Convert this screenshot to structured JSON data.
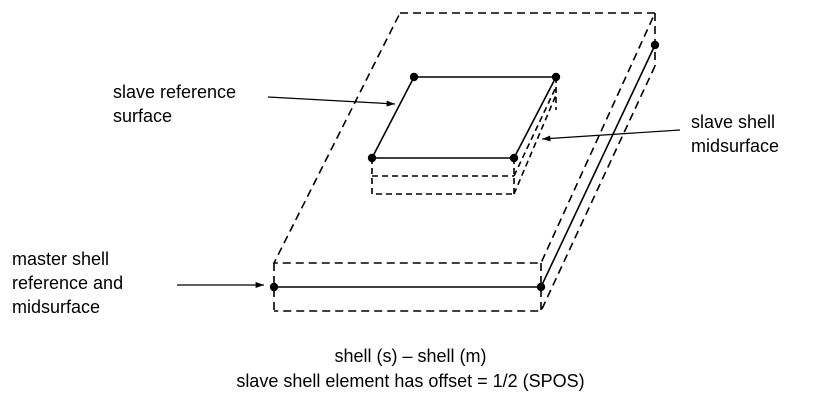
{
  "labels": {
    "slave_reference": [
      "slave reference",
      "surface"
    ],
    "slave_shell": [
      "slave shell",
      "midsurface"
    ],
    "master_shell": [
      "master shell",
      "reference and",
      "midsurface"
    ]
  },
  "caption": {
    "line1": "shell (s) – shell (m)",
    "line2": "slave shell element has offset = 1/2 (SPOS)"
  },
  "colors": {
    "stroke": "#000000",
    "background": "#ffffff"
  }
}
